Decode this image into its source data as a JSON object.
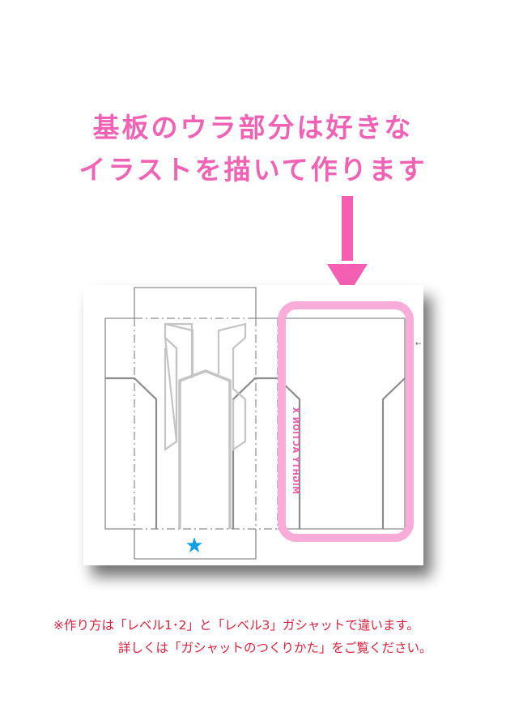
{
  "headline": {
    "line1": "基板のウラ部分は好きな",
    "line2": "イラストを描いて作ります"
  },
  "colors": {
    "headline": "#f062b4",
    "arrow": "#f45fb1",
    "highlight_frame": "#f9acd7",
    "cut_line": "#8c8c8c",
    "fold_line": "#8c8c8c",
    "inner_part": "#c4c4c4",
    "star": "#0ea0e6",
    "vertical_label": "#ea5aa8",
    "notes": "#d9223d"
  },
  "diagram": {
    "vertical_label": "MIGHTY ACTION X",
    "star_icon": "★",
    "small_arrow": "←"
  },
  "notes": {
    "line1": "※作り方は「レベル1･2」と「レベル3」ガシャットで違います。",
    "line2": "詳しくは「ガシャットのつくりかた」をご覧ください。"
  }
}
